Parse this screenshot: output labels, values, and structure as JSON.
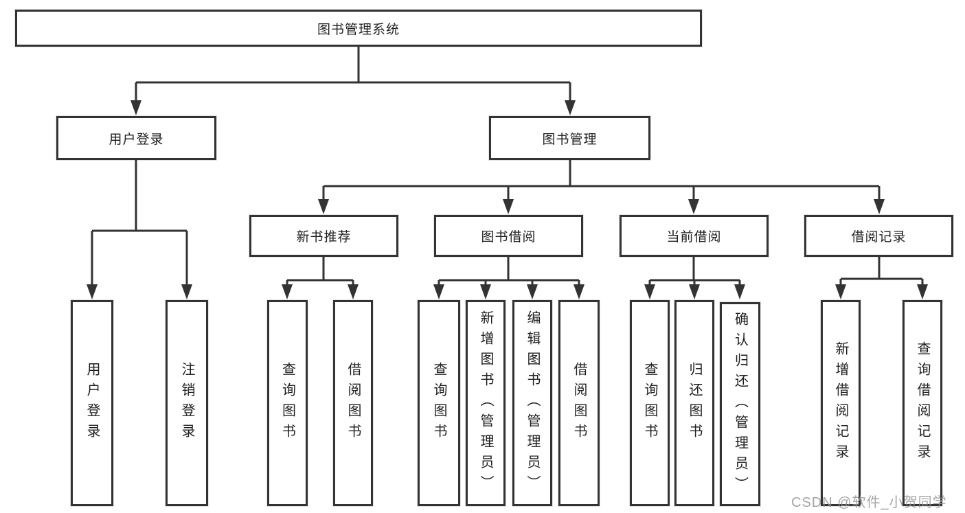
{
  "diagram": {
    "title": "图书管理系统",
    "branches": [
      {
        "label": "用户登录",
        "children": [
          {
            "label": "用户登录"
          },
          {
            "label": "注销登录"
          }
        ]
      },
      {
        "label": "图书管理",
        "children": [
          {
            "label": "新书推荐",
            "children": [
              {
                "label": "查询图书"
              },
              {
                "label": "借阅图书"
              }
            ]
          },
          {
            "label": "图书借阅",
            "children": [
              {
                "label": "查询图书"
              },
              {
                "label": "新增图书（管理员）"
              },
              {
                "label": "编辑图书（管理员）"
              },
              {
                "label": "借阅图书"
              }
            ]
          },
          {
            "label": "当前借阅",
            "children": [
              {
                "label": "查询图书"
              },
              {
                "label": "归还图书"
              },
              {
                "label": "确认归还（管理员）"
              }
            ]
          },
          {
            "label": "借阅记录",
            "children": [
              {
                "label": "新增借阅记录"
              },
              {
                "label": "查询借阅记录"
              }
            ]
          }
        ]
      }
    ],
    "watermark": "CSDN @软件_小贺同学",
    "colors": {
      "line": "#333333",
      "border": "#333333",
      "text": "#1f1f1f",
      "background": "#ffffff",
      "watermark": "#949494"
    }
  }
}
